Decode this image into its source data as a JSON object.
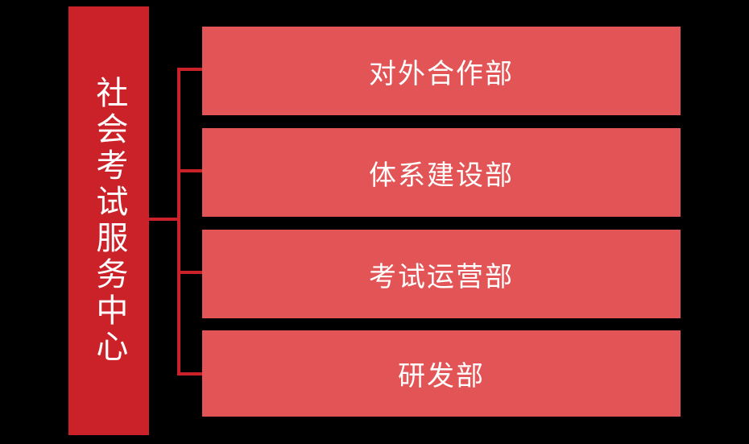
{
  "diagram": {
    "type": "organizational-chart",
    "orientation": "horizontal-tree",
    "background_color": "#000000",
    "root": {
      "label": "社会考试服务中心",
      "fill_color": "#CB2229",
      "text_color": "#FFFFFF",
      "text_orientation": "vertical"
    },
    "connector": {
      "color": "#CB2229",
      "style": "elbow"
    },
    "children": [
      {
        "label": "对外合作部",
        "fill_color": "#E25455",
        "text_color": "#FFFFFF"
      },
      {
        "label": "体系建设部",
        "fill_color": "#E25455",
        "text_color": "#FFFFFF"
      },
      {
        "label": "考试运营部",
        "fill_color": "#E25455",
        "text_color": "#FFFFFF"
      },
      {
        "label": "研发部",
        "fill_color": "#E25455",
        "text_color": "#FFFFFF"
      }
    ]
  }
}
